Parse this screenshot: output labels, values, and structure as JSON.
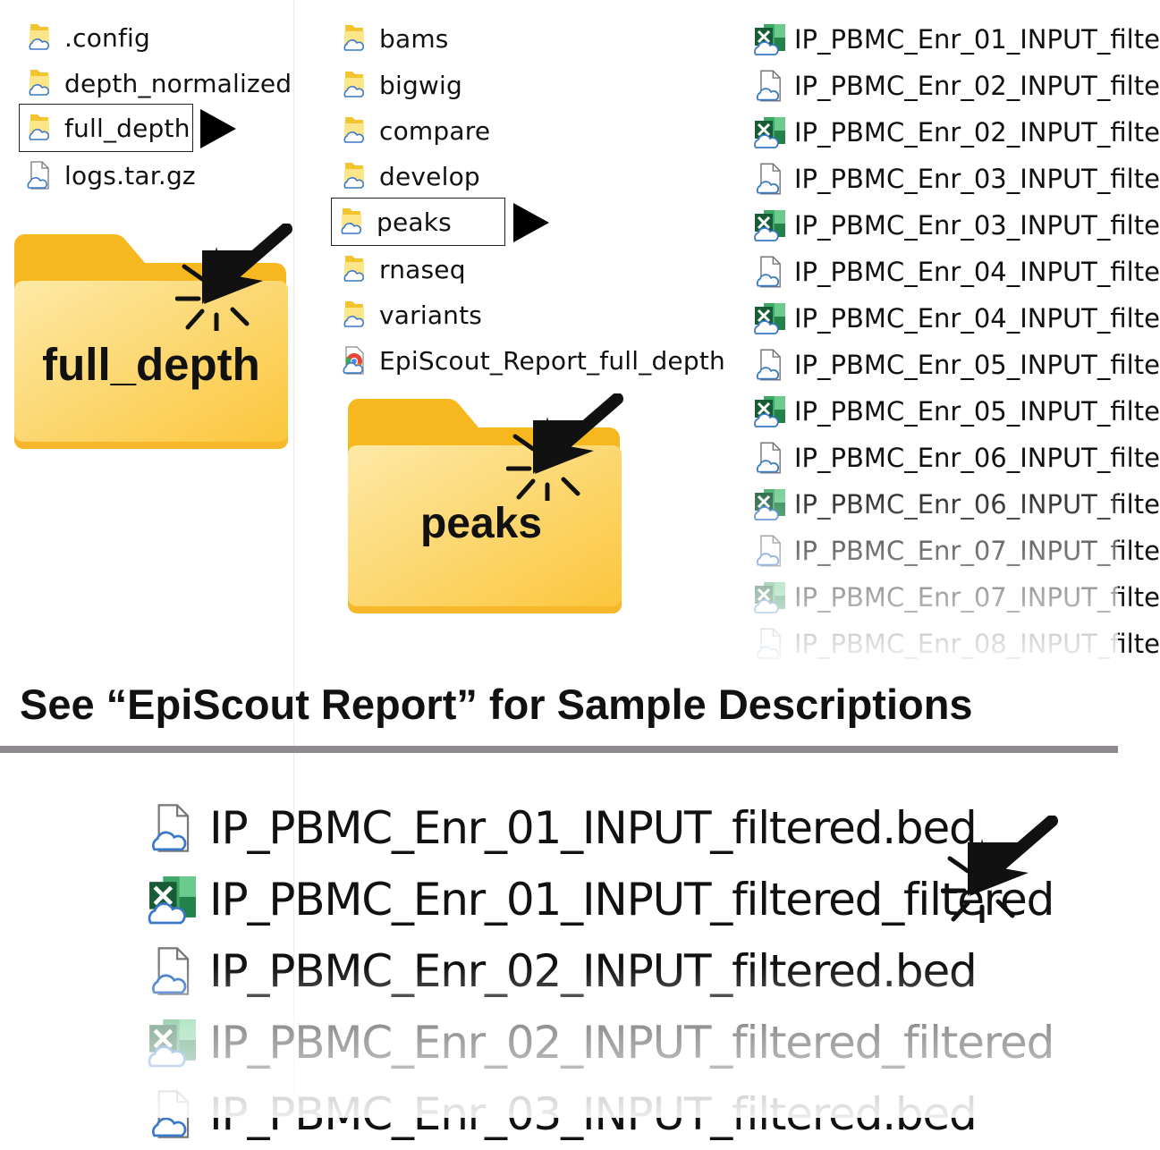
{
  "left_column": {
    "items": [
      {
        "label": ".config",
        "icon": "cloud-folder-icon"
      },
      {
        "label": "depth_normalized",
        "icon": "cloud-folder-icon"
      },
      {
        "label": "full_depth",
        "icon": "cloud-folder-icon",
        "selected": true
      },
      {
        "label": "logs.tar.gz",
        "icon": "cloud-file-icon"
      }
    ]
  },
  "middle_column": {
    "items": [
      {
        "label": "bams",
        "icon": "cloud-folder-icon"
      },
      {
        "label": "bigwig",
        "icon": "cloud-folder-icon"
      },
      {
        "label": "compare",
        "icon": "cloud-folder-icon"
      },
      {
        "label": "develop",
        "icon": "cloud-folder-icon"
      },
      {
        "label": "peaks",
        "icon": "cloud-folder-icon",
        "selected": true
      },
      {
        "label": "rnaseq",
        "icon": "cloud-folder-icon"
      },
      {
        "label": "variants",
        "icon": "cloud-folder-icon"
      },
      {
        "label": "EpiScout_Report_full_depth",
        "icon": "chrome-html-icon"
      }
    ]
  },
  "right_column": {
    "items": [
      {
        "label": "IP_PBMC_Enr_01_INPUT_filte",
        "icon": "excel-icon"
      },
      {
        "label": "IP_PBMC_Enr_02_INPUT_filte",
        "icon": "cloud-file-icon"
      },
      {
        "label": "IP_PBMC_Enr_02_INPUT_filte",
        "icon": "excel-icon"
      },
      {
        "label": "IP_PBMC_Enr_03_INPUT_filte",
        "icon": "cloud-file-icon"
      },
      {
        "label": "IP_PBMC_Enr_03_INPUT_filte",
        "icon": "excel-icon"
      },
      {
        "label": "IP_PBMC_Enr_04_INPUT_filte",
        "icon": "cloud-file-icon"
      },
      {
        "label": "IP_PBMC_Enr_04_INPUT_filte",
        "icon": "excel-icon"
      },
      {
        "label": "IP_PBMC_Enr_05_INPUT_filte",
        "icon": "cloud-file-icon"
      },
      {
        "label": "IP_PBMC_Enr_05_INPUT_filte",
        "icon": "excel-icon"
      },
      {
        "label": "IP_PBMC_Enr_06_INPUT_filte",
        "icon": "cloud-file-icon"
      },
      {
        "label": "IP_PBMC_Enr_06_INPUT_filte",
        "icon": "excel-icon"
      },
      {
        "label": "IP_PBMC_Enr_07_INPUT_filte",
        "icon": "cloud-file-icon"
      },
      {
        "label": "IP_PBMC_Enr_07_INPUT_filte",
        "icon": "excel-icon"
      },
      {
        "label": "IP_PBMC_Enr_08_INPUT_filte",
        "icon": "cloud-file-icon"
      }
    ]
  },
  "callouts": {
    "full_depth_folder": "full_depth",
    "peaks_folder": "peaks"
  },
  "headline": "See “EpiScout Report” for Sample Descriptions",
  "zoom_list": {
    "items": [
      {
        "label": "IP_PBMC_Enr_01_INPUT_filtered.bed",
        "icon": "cloud-file-icon"
      },
      {
        "label": "IP_PBMC_Enr_01_INPUT_filtered_filtered",
        "icon": "excel-icon"
      },
      {
        "label": "IP_PBMC_Enr_02_INPUT_filtered.bed",
        "icon": "cloud-file-icon"
      },
      {
        "label": "IP_PBMC_Enr_02_INPUT_filtered_filtered",
        "icon": "excel-icon"
      },
      {
        "label": "IP_PBMC_Enr_03_INPUT_filtered.bed",
        "icon": "cloud-file-icon"
      }
    ]
  },
  "colors": {
    "folder_yellow": "#f9c52c",
    "folder_front": "#fcd55a",
    "excel_green": "#1f7a45",
    "cloud_blue": "#5b8fd6",
    "divider": "#8f8a8f"
  }
}
